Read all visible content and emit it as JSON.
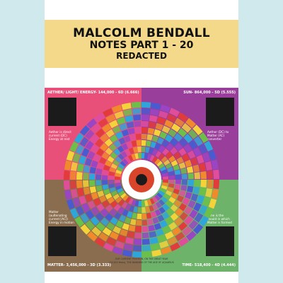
{
  "banner": {
    "title_line1": "MALCOLM BENDALL",
    "title_line2": "NOTES PART 1 - 20",
    "title_line3": "REDACTED"
  },
  "poster": {
    "corner_tl": "AETHER/ LIGHT/ ENERGY- 144,000 - 6D (6.666)",
    "corner_tr": "SUN- 864,000 - 5D (5.555)",
    "corner_bl": "MATTER- 3,456,000 - 3D (3.333)",
    "corner_br": "TIME- 518,400 - 4D (4.444)",
    "note_tl": "Aether is direct current (DC) Energy at rest",
    "note_tr": "Aether (DC) to Matter (AC) converter",
    "note_bl": "Matter (aultenating current [AC]) Energy in motion",
    "note_br": "Time is the mould in which Matter is formed",
    "caption_1": "OUR CURRENT POSITION, ON THE GREAT YEAR",
    "caption_2": "(25,920 Years), THE DAWNING OF THE AGE OF AQUARIUS"
  },
  "colors": {
    "background": "#cfe9ec",
    "banner": "#f4d98b",
    "quad_aether": "#e8507a",
    "quad_sun": "#9a3e9b",
    "quad_matter": "#8a6d4e",
    "quad_time": "#6db36a"
  }
}
